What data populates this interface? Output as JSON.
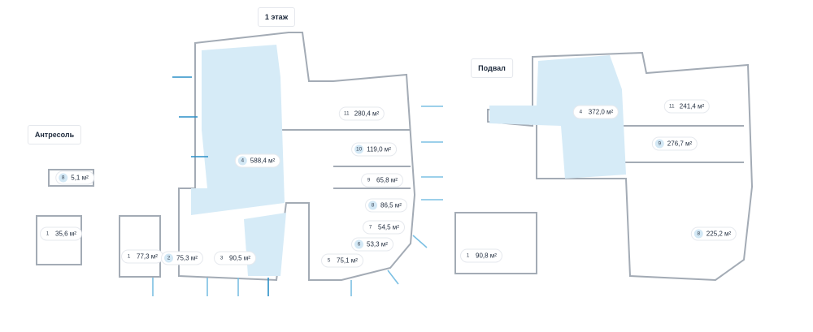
{
  "colors": {
    "highlight": "#d6ebf7",
    "wall": "#9aa3ad",
    "arrow_strong": "#2a8fc7",
    "arrow_light": "#7cc0e3"
  },
  "titles": {
    "floor1": "1 этаж",
    "basement": "Подвал",
    "mezzanine": "Антресоль"
  },
  "unit": "м²",
  "mezzanine": [
    {
      "num": "8",
      "area": "5,1 м²",
      "hl": true
    },
    {
      "num": "1",
      "area": "35,6 м²",
      "hl": false
    },
    {
      "num": "1",
      "area": "77,3 м²",
      "hl": false
    }
  ],
  "floor1": [
    {
      "num": "11",
      "area": "280,4 м²",
      "hl": false
    },
    {
      "num": "10",
      "area": "119,0 м²",
      "hl": true
    },
    {
      "num": "4",
      "area": "588,4 м²",
      "hl": true
    },
    {
      "num": "9",
      "area": "65,8 м²",
      "hl": false
    },
    {
      "num": "8",
      "area": "86,5 м²",
      "hl": true
    },
    {
      "num": "7",
      "area": "54,5 м²",
      "hl": false
    },
    {
      "num": "6",
      "area": "53,3 м²",
      "hl": true
    },
    {
      "num": "5",
      "area": "75,1 м²",
      "hl": false
    },
    {
      "num": "2",
      "area": "75,3 м²",
      "hl": true
    },
    {
      "num": "3",
      "area": "90,5 м²",
      "hl": false
    }
  ],
  "basement": [
    {
      "num": "4",
      "area": "372,0 м²",
      "hl": false
    },
    {
      "num": "11",
      "area": "241,4 м²",
      "hl": false
    },
    {
      "num": "9",
      "area": "276,7 м²",
      "hl": true
    },
    {
      "num": "8",
      "area": "225,2 м²",
      "hl": true
    },
    {
      "num": "1",
      "area": "90,8 м²",
      "hl": false
    }
  ]
}
